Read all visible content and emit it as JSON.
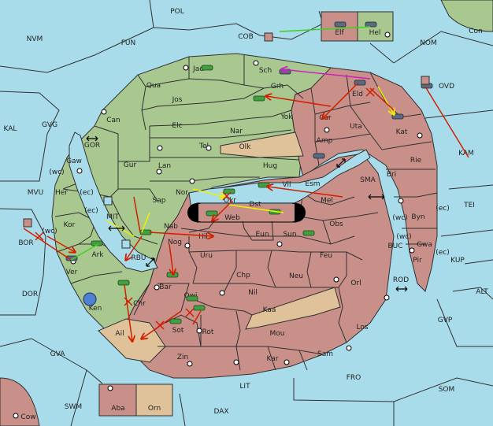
{
  "colors": {
    "sea": "#a9dcea",
    "land_green": "#a8c890",
    "land_red": "#c89088",
    "land_tan": "#e0c29a",
    "line": "#303030",
    "order_red": "#d02000",
    "order_magenta": "#d020c0",
    "order_yellow": "#f0f000",
    "order_green": "#40d020",
    "supply_center": "#000000"
  },
  "provinces": [
    {
      "id": "pol",
      "label": "POL"
    },
    {
      "id": "nvm",
      "label": "NVM"
    },
    {
      "id": "fun",
      "label": "FUN"
    },
    {
      "id": "cob",
      "label": "COB"
    },
    {
      "id": "elf",
      "label": "Elf"
    },
    {
      "id": "hel",
      "label": "Hel"
    },
    {
      "id": "con",
      "label": "Con"
    },
    {
      "id": "nom",
      "label": "NOM"
    },
    {
      "id": "ovd",
      "label": "OVD"
    },
    {
      "id": "jad",
      "label": "Jad"
    },
    {
      "id": "sch",
      "label": "Sch"
    },
    {
      "id": "qua",
      "label": "Qua"
    },
    {
      "id": "jos",
      "label": "Jos"
    },
    {
      "id": "grh",
      "label": "Grh"
    },
    {
      "id": "eld",
      "label": "Eld"
    },
    {
      "id": "can",
      "label": "Can"
    },
    {
      "id": "car",
      "label": "Car"
    },
    {
      "id": "yok",
      "label": "Yok"
    },
    {
      "id": "uta",
      "label": "Uta"
    },
    {
      "id": "kal",
      "label": "KAL"
    },
    {
      "id": "gvg",
      "label": "GVG"
    },
    {
      "id": "elc",
      "label": "Elc"
    },
    {
      "id": "nar",
      "label": "Nar"
    },
    {
      "id": "kat",
      "label": "Kat"
    },
    {
      "id": "gor",
      "label": "GOR"
    },
    {
      "id": "tel",
      "label": "Tel"
    },
    {
      "id": "olk",
      "label": "Olk"
    },
    {
      "id": "amp",
      "label": "Amp"
    },
    {
      "id": "kam",
      "label": "KAM"
    },
    {
      "id": "gaw",
      "label": "Gaw"
    },
    {
      "id": "gur",
      "label": "Gur"
    },
    {
      "id": "lan",
      "label": "Lan"
    },
    {
      "id": "hug",
      "label": "Hug"
    },
    {
      "id": "rie",
      "label": "Rie"
    },
    {
      "id": "wc1",
      "label": "(wc)"
    },
    {
      "id": "bri",
      "label": "Bri"
    },
    {
      "id": "sma",
      "label": "SMA"
    },
    {
      "id": "mvu",
      "label": "MVU"
    },
    {
      "id": "her",
      "label": "Her"
    },
    {
      "id": "ec1",
      "label": "(ec)"
    },
    {
      "id": "nor",
      "label": "Nor"
    },
    {
      "id": "vil",
      "label": "Vil"
    },
    {
      "id": "esm",
      "label": "Esm"
    },
    {
      "id": "mel",
      "label": "Mel"
    },
    {
      "id": "tei",
      "label": "TEI"
    },
    {
      "id": "mit",
      "label": "MIT"
    },
    {
      "id": "sap",
      "label": "Sap"
    },
    {
      "id": "ec2",
      "label": "(ec)"
    },
    {
      "id": "okr",
      "label": "Okr"
    },
    {
      "id": "dst",
      "label": "Dst"
    },
    {
      "id": "web",
      "label": "Web"
    },
    {
      "id": "wc2",
      "label": "(wc)"
    },
    {
      "id": "byn",
      "label": "Byn"
    },
    {
      "id": "ec3",
      "label": "(ec)"
    },
    {
      "id": "bor",
      "label": "BOR"
    },
    {
      "id": "wc3",
      "label": "(wc)"
    },
    {
      "id": "kor",
      "label": "Kor"
    },
    {
      "id": "nab",
      "label": "Nab"
    },
    {
      "id": "hil",
      "label": "Hil"
    },
    {
      "id": "eun",
      "label": "Eun"
    },
    {
      "id": "sun",
      "label": "Sun"
    },
    {
      "id": "obs",
      "label": "Obs"
    },
    {
      "id": "wc4",
      "label": "(wc)"
    },
    {
      "id": "gwa",
      "label": "Gwa"
    },
    {
      "id": "ec4",
      "label": "(ec)"
    },
    {
      "id": "ark",
      "label": "Ark"
    },
    {
      "id": "rbu",
      "label": "RBU"
    },
    {
      "id": "nog",
      "label": "Nog"
    },
    {
      "id": "uru",
      "label": "Uru"
    },
    {
      "id": "feu",
      "label": "Feu"
    },
    {
      "id": "buc",
      "label": "BUC"
    },
    {
      "id": "pir",
      "label": "Pir"
    },
    {
      "id": "kup",
      "label": "KUP"
    },
    {
      "id": "ver",
      "label": "Ver"
    },
    {
      "id": "chp",
      "label": "Chp"
    },
    {
      "id": "neu",
      "label": "Neu"
    },
    {
      "id": "orl",
      "label": "Orl"
    },
    {
      "id": "rod",
      "label": "ROD"
    },
    {
      "id": "dor",
      "label": "DOR"
    },
    {
      "id": "bar",
      "label": "Bar"
    },
    {
      "id": "nil",
      "label": "Nil"
    },
    {
      "id": "qwi",
      "label": "Qwi"
    },
    {
      "id": "alt",
      "label": "ALT"
    },
    {
      "id": "ken",
      "label": "Ken"
    },
    {
      "id": "chr",
      "label": "Chr"
    },
    {
      "id": "kaa",
      "label": "Kaa"
    },
    {
      "id": "gvp",
      "label": "GVP"
    },
    {
      "id": "ail",
      "label": "Ail"
    },
    {
      "id": "sot",
      "label": "Sot"
    },
    {
      "id": "rot",
      "label": "Rot"
    },
    {
      "id": "mou",
      "label": "Mou"
    },
    {
      "id": "los",
      "label": "Los"
    },
    {
      "id": "gva",
      "label": "GVA"
    },
    {
      "id": "zin",
      "label": "Zin"
    },
    {
      "id": "kar",
      "label": "Kar"
    },
    {
      "id": "sam",
      "label": "Sam"
    },
    {
      "id": "fro",
      "label": "FRO"
    },
    {
      "id": "lit",
      "label": "LIT"
    },
    {
      "id": "som",
      "label": "SOM"
    },
    {
      "id": "swm",
      "label": "SWM"
    },
    {
      "id": "aba",
      "label": "Aba"
    },
    {
      "id": "orn",
      "label": "Orn"
    },
    {
      "id": "cow",
      "label": "Cow"
    },
    {
      "id": "dax",
      "label": "DAX"
    }
  ]
}
